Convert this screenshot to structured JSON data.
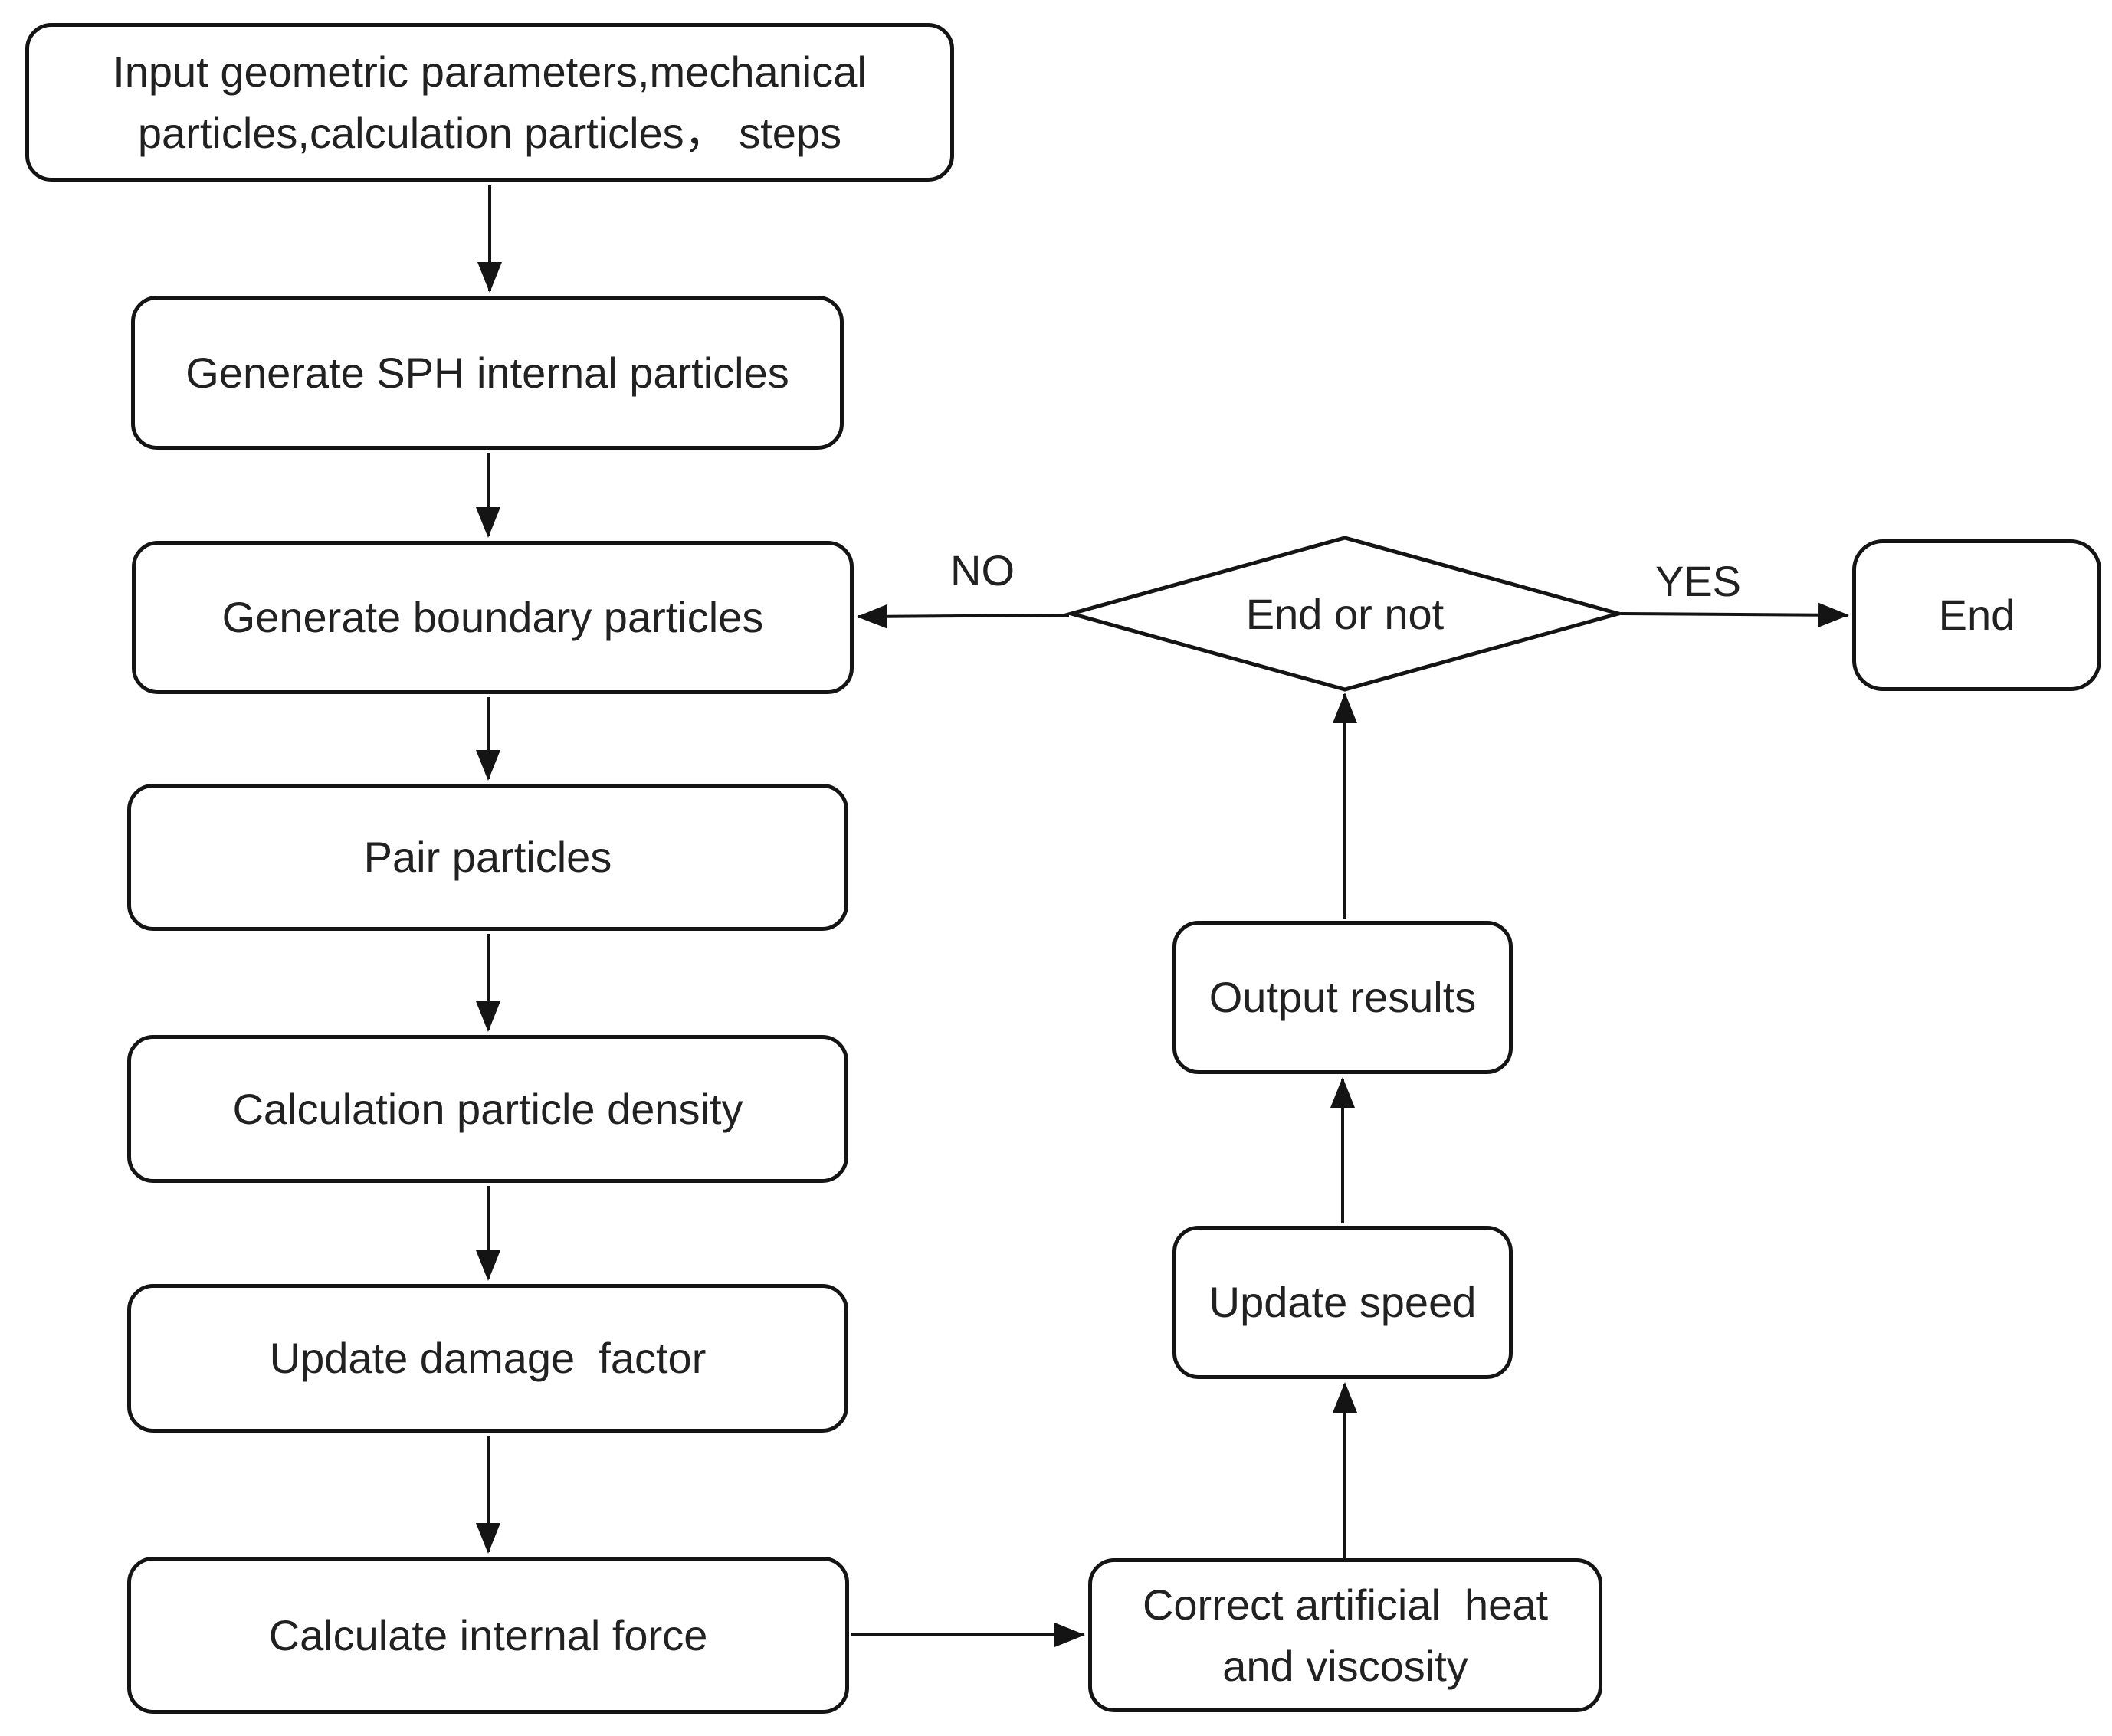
{
  "nodes": {
    "input": {
      "label": "Input geometric parameters,mechanical\nparticles,calculation particles， steps"
    },
    "generate_sph": {
      "label": "Generate SPH internal particles"
    },
    "generate_boundary": {
      "label": "Generate boundary particles"
    },
    "pair": {
      "label": "Pair particles"
    },
    "density": {
      "label": "Calculation particle density"
    },
    "damage": {
      "label": "Update damage  factor"
    },
    "internal_force": {
      "label": "Calculate internal force"
    },
    "correct": {
      "label": "Correct artificial  heat\nand viscosity"
    },
    "update_speed": {
      "label": "Update speed"
    },
    "output": {
      "label": "Output results"
    },
    "decision": {
      "label": "End or not"
    },
    "end": {
      "label": "End"
    }
  },
  "edge_labels": {
    "no": "NO",
    "yes": "YES"
  },
  "colors": {
    "stroke": "#141414",
    "fill": "#ffffff",
    "text": "#212121",
    "background": "#ffffff"
  }
}
